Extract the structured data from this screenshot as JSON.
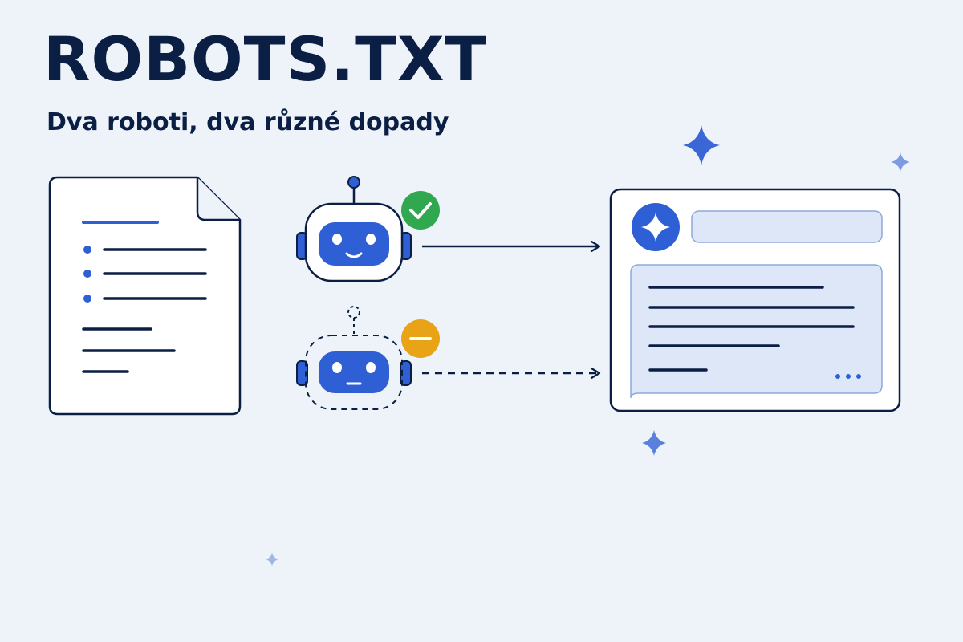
{
  "header": {
    "title": "ROBOTS.TXT",
    "subtitle": "Dva roboti, dva různé dopady"
  },
  "colors": {
    "background": "#eef3fa",
    "ink": "#0b1f44",
    "accent_blue": "#2f5fd4",
    "panel_fill": "#dde7f7",
    "allowed_green": "#2fa84f",
    "blocked_amber": "#e8a317",
    "sparkle": "#3a66d6"
  },
  "nodes": {
    "document": {
      "icon": "document-icon"
    },
    "robot_allowed": {
      "icon": "robot-icon",
      "status": "allowed",
      "badge_icon": "check-icon"
    },
    "robot_blocked": {
      "icon": "robot-icon",
      "status": "blocked",
      "badge_icon": "minus-icon"
    },
    "ai_window": {
      "icon": "sparkle-icon",
      "content_icon": "chat-bubble-icon",
      "more_icon": "ellipsis-icon"
    }
  },
  "connections": [
    {
      "from": "robot_allowed",
      "to": "ai_window",
      "style": "solid"
    },
    {
      "from": "robot_blocked",
      "to": "ai_window",
      "style": "dashed"
    }
  ]
}
